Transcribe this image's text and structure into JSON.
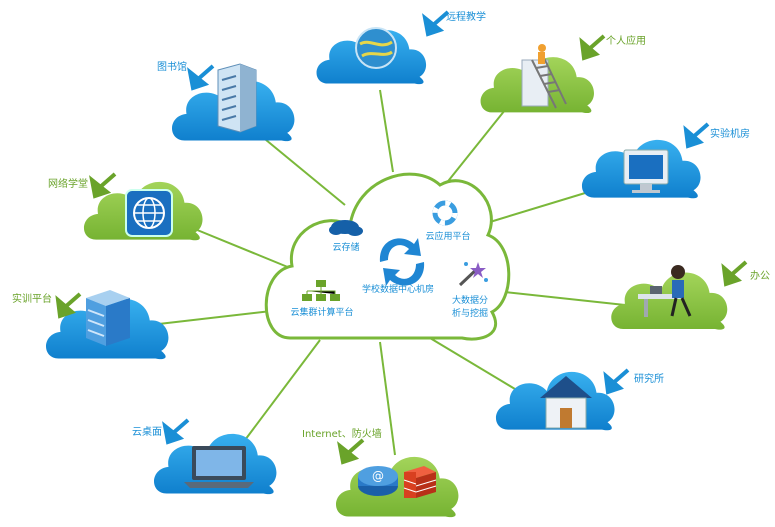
{
  "center": {
    "title": "学校数据中心机房",
    "services": {
      "storage": "云存储",
      "app_platform": "云应用平台",
      "cluster": "云集群计算平台",
      "big_data_line1": "大数据分",
      "big_data_line2": "析与挖掘"
    }
  },
  "nodes": {
    "remote_teaching": "远程教学",
    "personal_app": "个人应用",
    "library": "图书馆",
    "lab": "实验机房",
    "online_class": "网络学堂",
    "office": "办公",
    "training": "实训平台",
    "research": "研究所",
    "cloud_desktop": "云桌面",
    "internet_firewall": "Internet、防火墙"
  },
  "colors": {
    "blue_cloud": "#1a8fd6",
    "green_cloud": "#8cc43e",
    "line": "#7ab83a",
    "blue_label": "#1a8fd6",
    "green_label": "#6aa32a"
  }
}
